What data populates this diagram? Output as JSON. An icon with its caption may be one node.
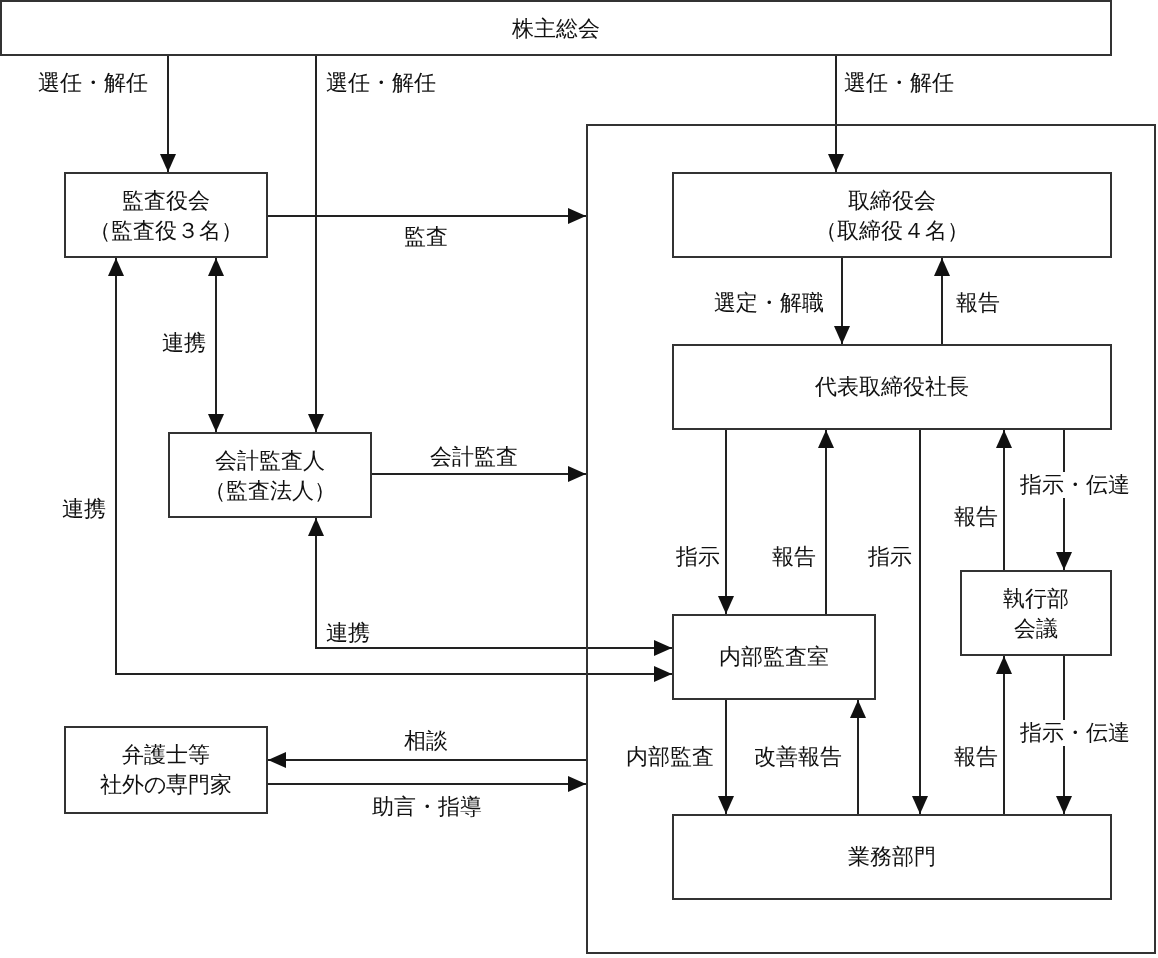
{
  "diagram": {
    "nodes": [
      {
        "text": [
          "株主総会"
        ]
      },
      {
        "text": [],
        "shape": "box"
      },
      {
        "text": [
          "監査役会",
          "（監査役３名）"
        ]
      },
      {
        "text": [
          "会計監査人",
          "（監査法人）"
        ]
      },
      {
        "text": [
          "取締役会",
          "（取締役４名）"
        ],
        "in": 1
      },
      {
        "text": [
          "代表取締役社長"
        ],
        "in": 1
      },
      {
        "text": [
          "執行部会議"
        ],
        "in": 1
      },
      {
        "text": [
          "内部監査室"
        ],
        "in": 1
      },
      {
        "text": [
          "弁護士等",
          "社外の専門家"
        ]
      },
      {
        "text": [
          "業務部門"
        ],
        "in": 1
      }
    ],
    "edges": [
      {
        "from": 0,
        "to": 2,
        "arrow": "to",
        "label": "選任・解任"
      },
      {
        "from": 0,
        "to": 3,
        "arrow": "to",
        "label": "選任・解任"
      },
      {
        "from": 0,
        "to": 4,
        "arrow": "to",
        "label": "選任・解任"
      },
      {
        "from": 2,
        "to": 1,
        "arrow": "to",
        "label": "監査"
      },
      {
        "from": 2,
        "to": 3,
        "arrow": "both",
        "label": "連携"
      },
      {
        "from": 3,
        "to": 1,
        "arrow": "to",
        "label": "会計監査"
      },
      {
        "from": 3,
        "to": 7,
        "arrow": "both",
        "label": "連携"
      },
      {
        "from": 2,
        "to": 7,
        "arrow": "both",
        "label": "連携"
      },
      {
        "from": 4,
        "to": 5,
        "arrow": "to",
        "label": "選定・解職"
      },
      {
        "from": 5,
        "to": 4,
        "arrow": "to",
        "label": "報告"
      },
      {
        "from": 5,
        "to": 7,
        "arrow": "to",
        "label": "指示"
      },
      {
        "from": 7,
        "to": 5,
        "arrow": "to",
        "label": "報告"
      },
      {
        "from": 5,
        "to": 9,
        "arrow": "to",
        "label": "指示"
      },
      {
        "from": 6,
        "to": 5,
        "arrow": "to",
        "label": "報告"
      },
      {
        "from": 5,
        "to": 6,
        "arrow": "to",
        "label": "指示・伝達"
      },
      {
        "from": 1,
        "to": 8,
        "arrow": "to",
        "label": "相談"
      },
      {
        "from": 8,
        "to": 1,
        "arrow": "to",
        "label": "助言・指導"
      },
      {
        "from": 7,
        "to": 9,
        "arrow": "to",
        "label": "内部監査"
      },
      {
        "from": 9,
        "to": 7,
        "arrow": "to",
        "label": "改善報告"
      },
      {
        "from": 9,
        "to": 6,
        "arrow": "to",
        "label": "報告"
      },
      {
        "from": 6,
        "to": 9,
        "arrow": "to",
        "label": "指示・伝達"
      }
    ]
  }
}
